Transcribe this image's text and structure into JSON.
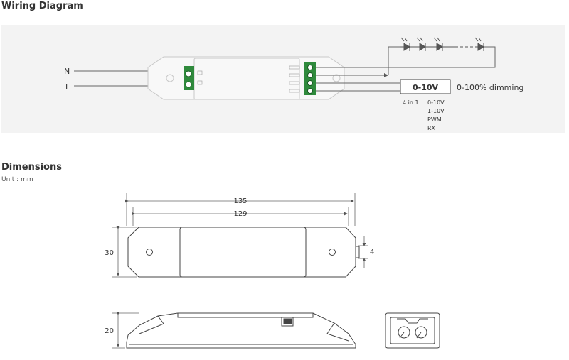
{
  "sections": {
    "wiring_title": "Wiring Diagram",
    "dimensions_title": "Dimensions",
    "unit_label": "Unit : mm"
  },
  "wiring": {
    "input_n": "N",
    "input_l": "L",
    "control_box": "0-10V",
    "dimming_label": "0-100% dimming",
    "mode_prefix": "4 in 1 :",
    "modes": [
      "0-10V",
      "1-10V",
      "PWM",
      "RX"
    ]
  },
  "dimensions": {
    "overall_length": "135",
    "mount_length": "129",
    "width": "30",
    "hole": "4",
    "height": "20"
  },
  "colors": {
    "line": "#555555",
    "terminal_green": "#2f8a3c",
    "panel_bg": "#f3f3f3"
  }
}
